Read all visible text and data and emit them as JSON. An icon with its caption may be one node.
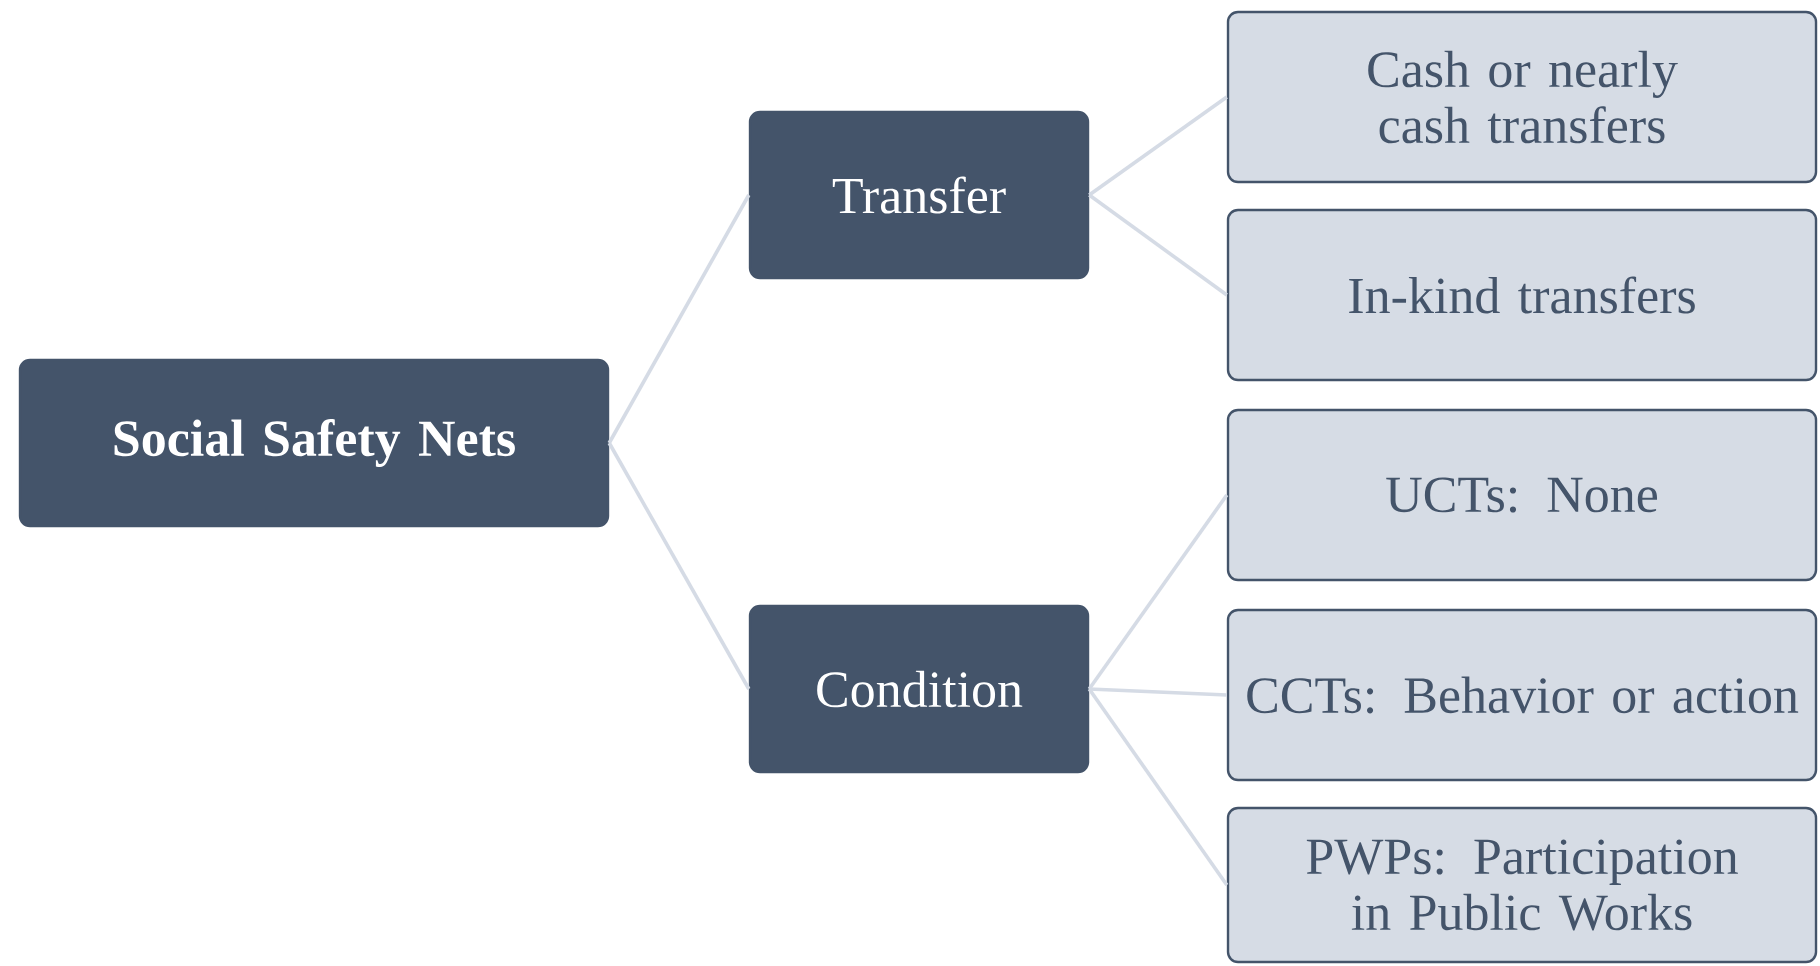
{
  "diagram": {
    "nodes": [
      {
        "text": [
          "Social Safety Nets"
        ]
      },
      {
        "text": [
          "Transfer"
        ]
      },
      {
        "text": [
          "Condition"
        ]
      },
      {
        "text": [
          "Cash or nearly cash transfers"
        ]
      },
      {
        "text": [
          "In-kind transfers"
        ]
      },
      {
        "text": [
          "UCTs: None"
        ]
      },
      {
        "text": [
          "CCTs: Behavior or action"
        ]
      },
      {
        "text": [
          "PWPs: Participation in Public Works"
        ]
      }
    ],
    "edges": [
      {
        "from": 0,
        "to": 1,
        "arrow": "none"
      },
      {
        "from": 0,
        "to": 2,
        "arrow": "none"
      },
      {
        "from": 1,
        "to": 3,
        "arrow": "none"
      },
      {
        "from": 1,
        "to": 4,
        "arrow": "none"
      },
      {
        "from": 2,
        "to": 5,
        "arrow": "none"
      },
      {
        "from": 2,
        "to": 6,
        "arrow": "none"
      },
      {
        "from": 2,
        "to": 7,
        "arrow": "none"
      }
    ]
  }
}
